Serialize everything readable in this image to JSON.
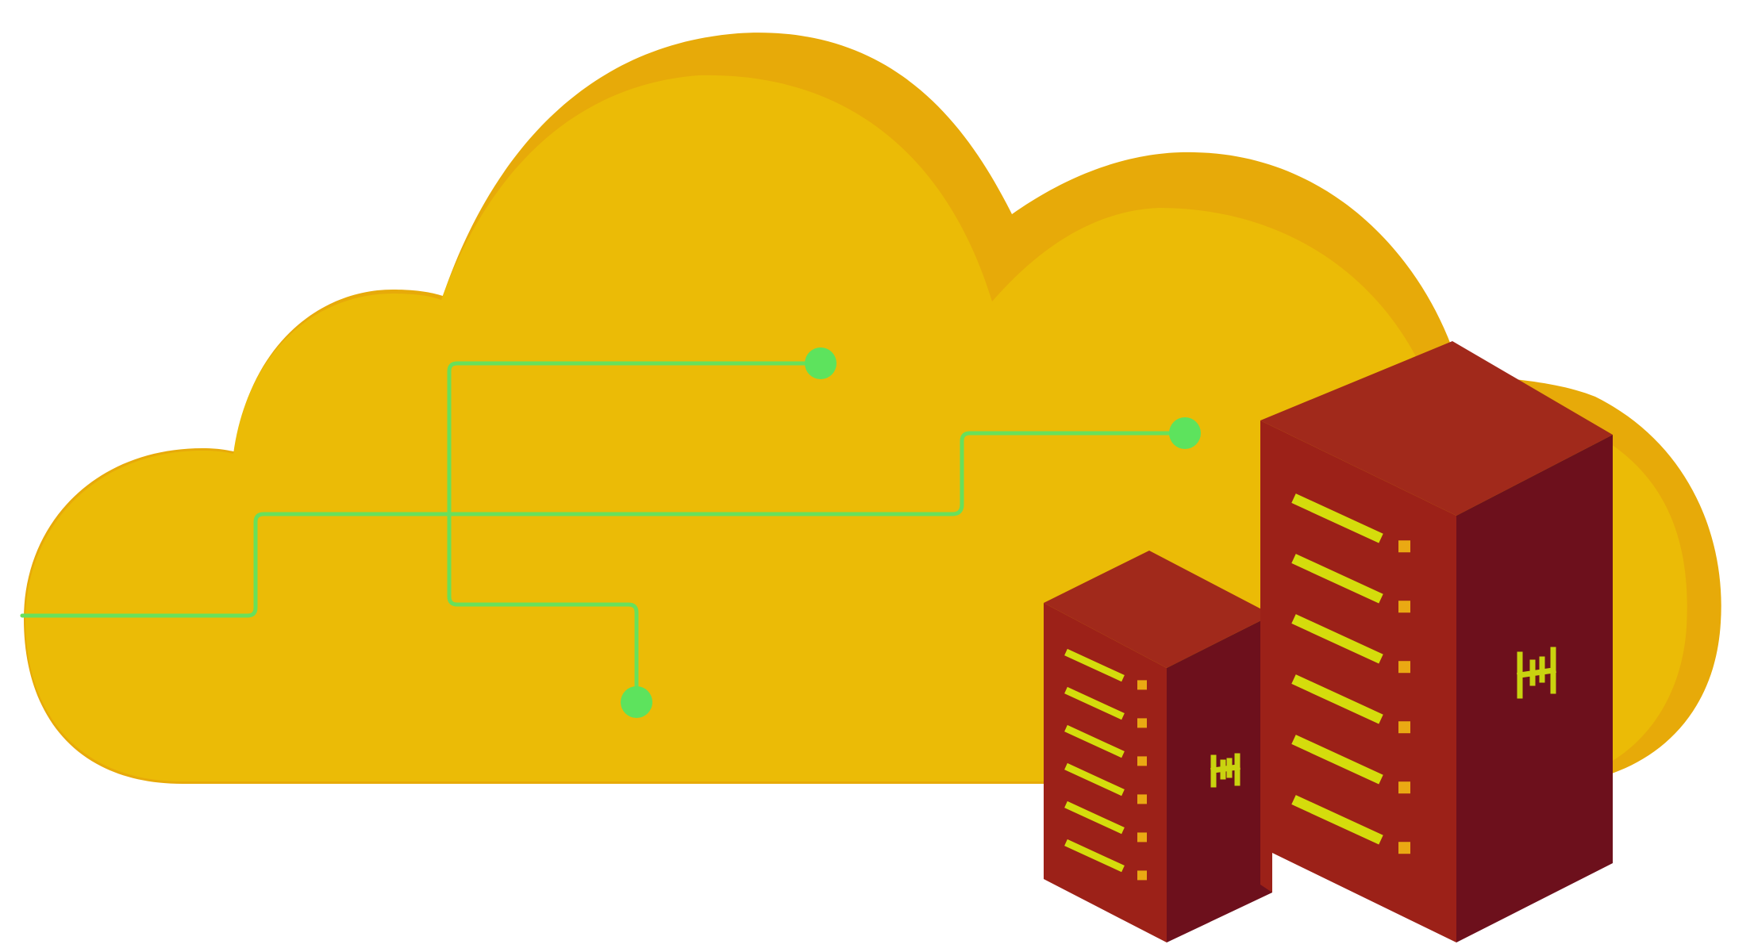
{
  "scene": {
    "background": "#ffffff",
    "cloud": {
      "fill": "#ebbb06",
      "shadow": "#e7aa09"
    },
    "circuit": {
      "stroke": "#68e05b",
      "node": "#5de35d",
      "node_count": 3
    },
    "servers": {
      "front_face": "#9c2118",
      "side_face": "#6d101c",
      "top_face": "#a1291b",
      "slot_color": "#d5dc0c",
      "led_color": "#eaa913",
      "logo_color": "#c9d30f",
      "small_tower_slots": 6,
      "large_tower_slots": 6
    }
  }
}
